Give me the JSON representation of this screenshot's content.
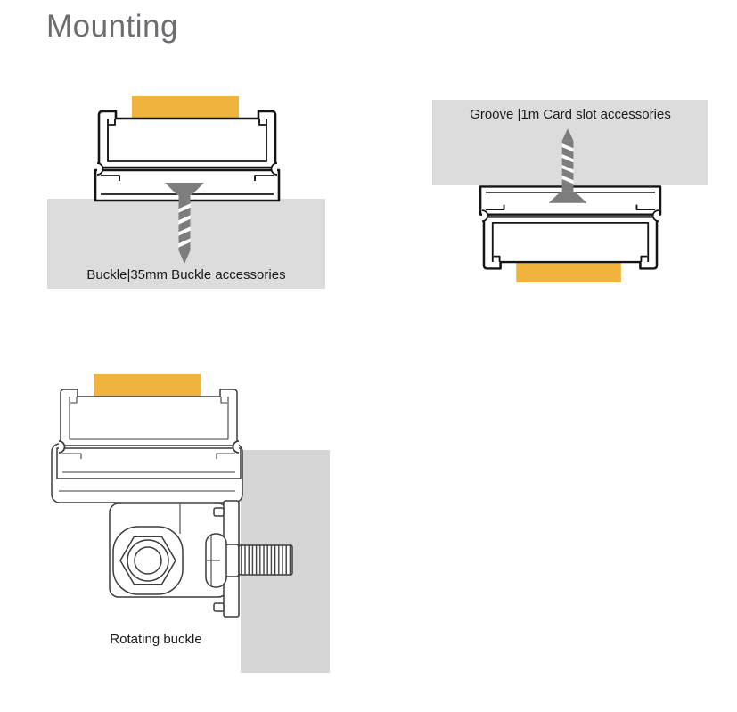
{
  "page": {
    "title": "Mounting"
  },
  "colors": {
    "led_strip_orange": "#f0b43e",
    "surface_gray": "#dcdcdc",
    "wall_gray": "#d6d6d6",
    "screw_gray": "#7d7d7d",
    "outline_dark": "#141414",
    "outline_light": "#3c3c3c",
    "title_gray": "#6b6d70",
    "label_color": "#1a1a1a"
  },
  "diagrams": [
    {
      "id": "buckle-mount",
      "caption": "Buckle|35mm Buckle accessories"
    },
    {
      "id": "groove-mount",
      "caption": "Groove |1m Card slot accessories"
    },
    {
      "id": "rotating-buckle-mount",
      "caption": "Rotating buckle"
    }
  ]
}
